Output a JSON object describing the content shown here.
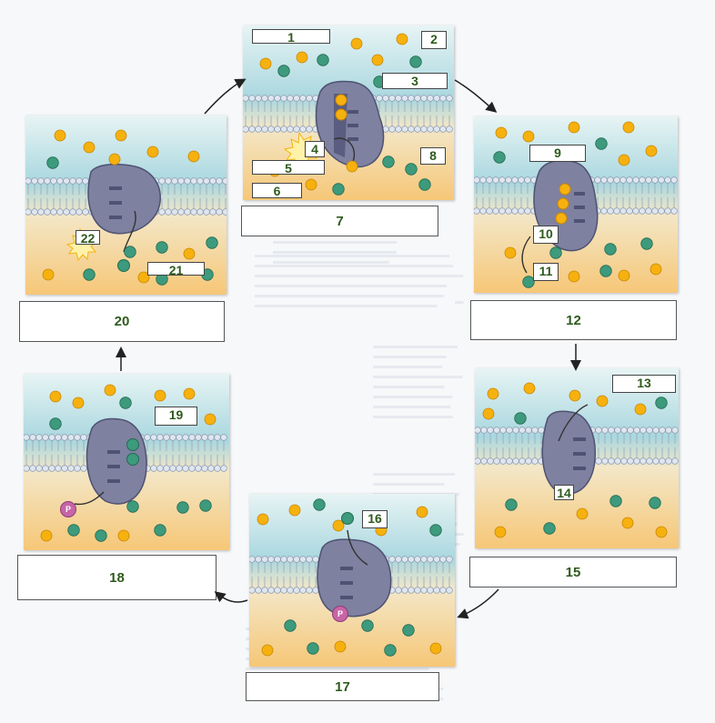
{
  "colors": {
    "water": "#bfe0e3",
    "cyto": "#f6cf8a",
    "protein": "#7c7f9c",
    "sodium": "#f6b10f",
    "potassium": "#3d9a7c",
    "phosphate": "#c765a6"
  },
  "labels": {
    "l1": "1",
    "l2": "2",
    "l3": "3",
    "l4": "4",
    "l5": "5",
    "l6": "6",
    "l7": "7",
    "l8": "8",
    "l9": "9",
    "l10": "10",
    "l11": "11",
    "l12": "12",
    "l13": "13",
    "l14": "14",
    "l15": "15",
    "l16": "16",
    "l17": "17",
    "l18": "18",
    "l19": "19",
    "l20": "20",
    "l21": "21",
    "l22": "22"
  },
  "phosphate_symbol": "P",
  "icons": [
    "sodium-ion",
    "potassium-ion",
    "phosphate-group",
    "atp-burst",
    "pump-protein",
    "cycle-arrow"
  ]
}
